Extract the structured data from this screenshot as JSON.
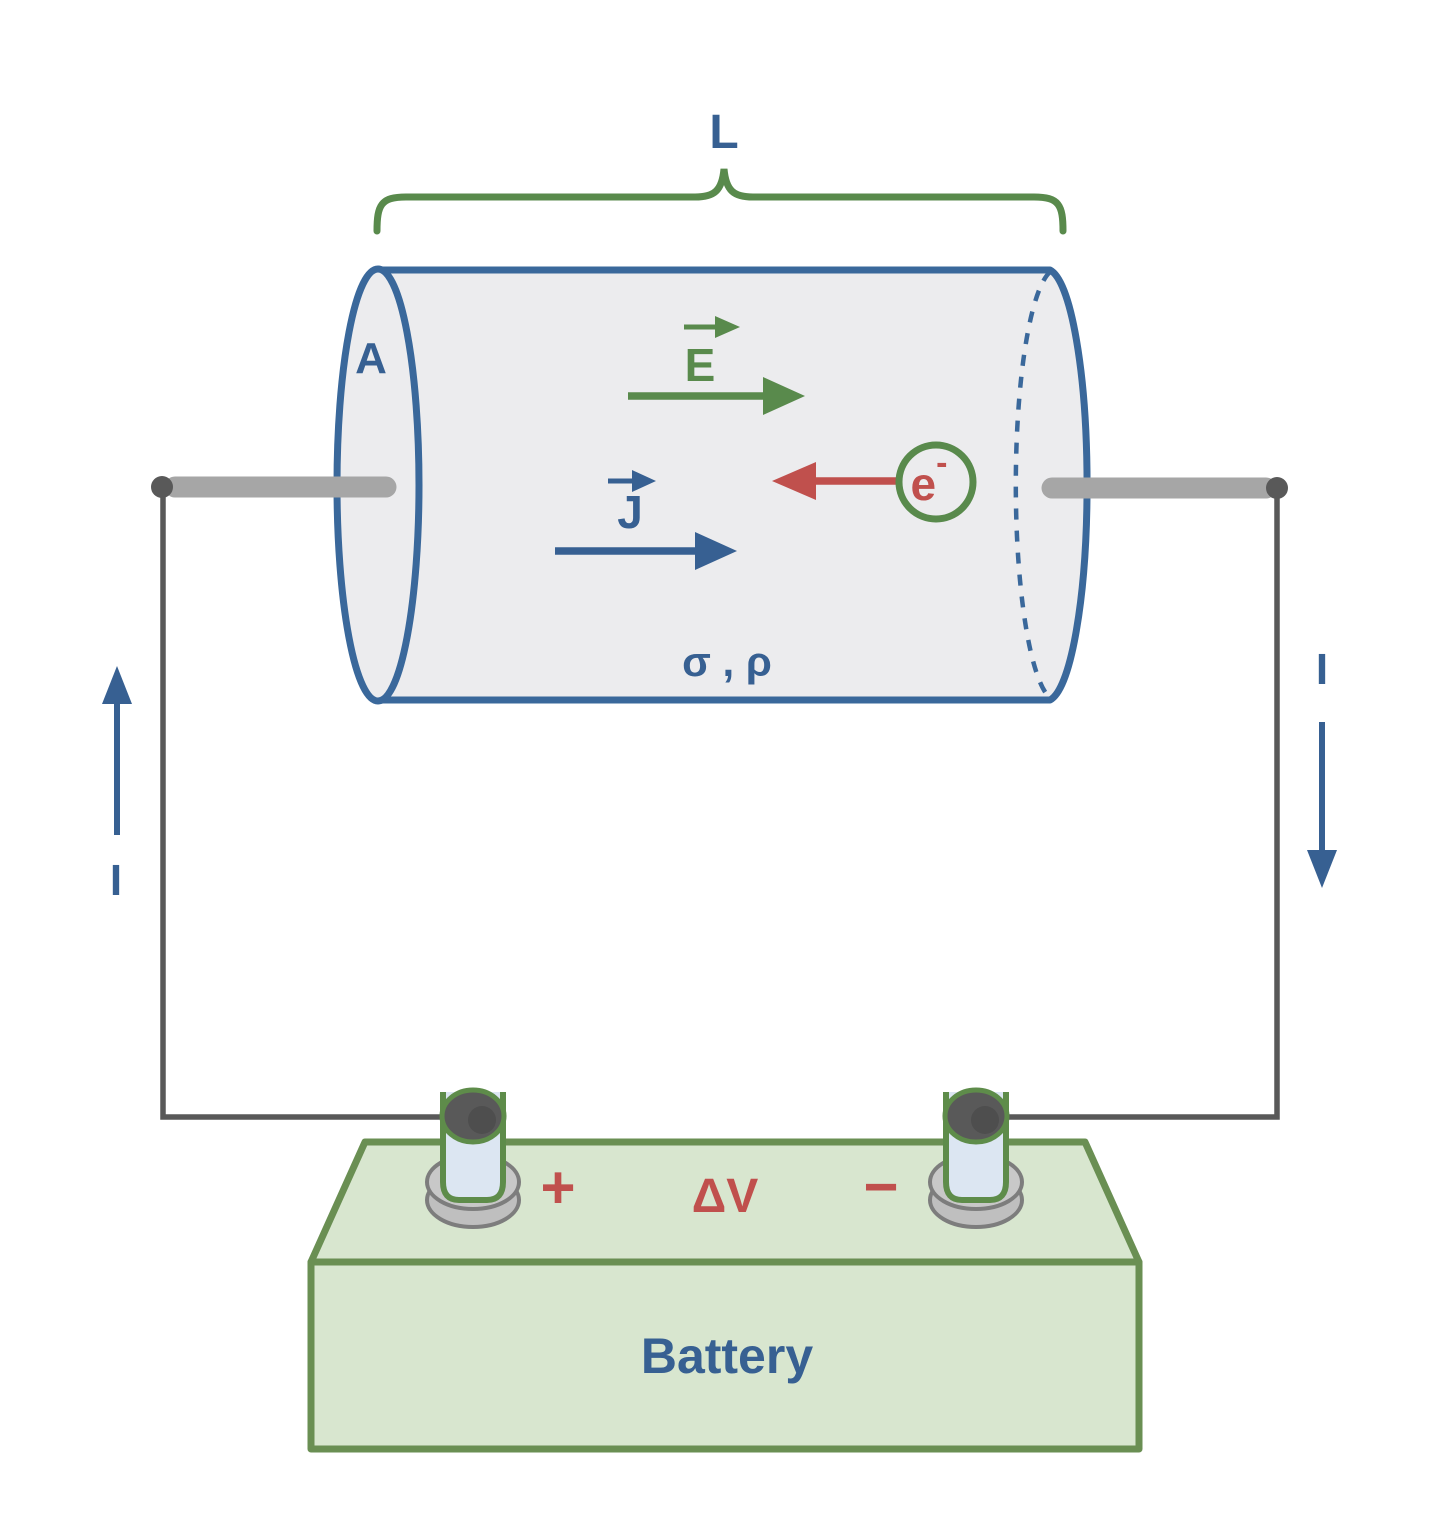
{
  "resistor": {
    "length_label": "L",
    "area_label": "A",
    "efield_label": "E",
    "current_density_label": "J",
    "electron_label": "e",
    "electron_superscript": "-",
    "material_label": "σ , ρ"
  },
  "circuit": {
    "current_left_label": "I",
    "current_right_label": "I"
  },
  "battery": {
    "name_label": "Battery",
    "plus_label": "+",
    "voltage_label": "ΔV",
    "minus_label": "−"
  },
  "colors": {
    "blue": "#376092",
    "green": "#598A4C",
    "red": "#C0504D",
    "cylinder_stroke": "#3A689B",
    "cylinder_fill": "#ECECEE",
    "battery_fill": "#D8E6CF",
    "battery_stroke": "#6A8F53",
    "terminal_post_fill": "#DCE6F2",
    "terminal_cap_dark": "#595959",
    "puck_gray": "#BFBFBF",
    "wire_dark": "#595959",
    "wire_stub_gray": "#A6A6A6"
  }
}
